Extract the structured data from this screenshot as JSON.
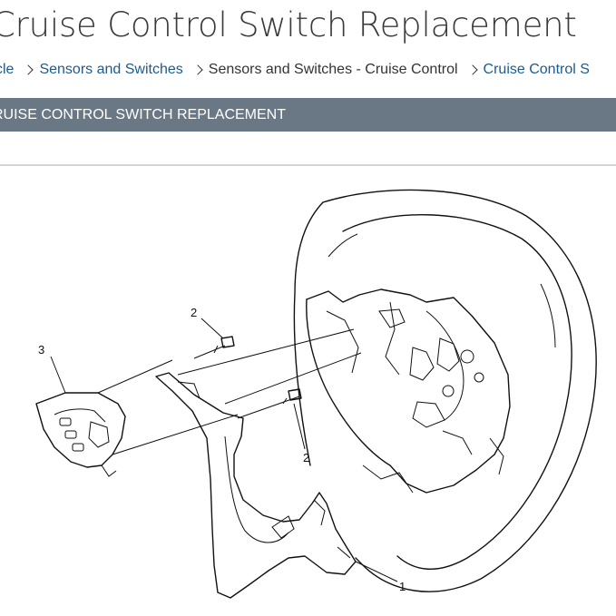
{
  "page": {
    "title": "Cruise Control Switch Replacement"
  },
  "breadcrumb": [
    {
      "label": "cle",
      "link": true
    },
    {
      "label": "Sensors and Switches",
      "link": true
    },
    {
      "label": "Sensors and Switches - Cruise Control",
      "link": false
    },
    {
      "label": "Cruise Control S",
      "link": true
    }
  ],
  "section": {
    "heading": "RUISE CONTROL SWITCH REPLACEMENT"
  },
  "diagram": {
    "callouts": [
      "1",
      "2",
      "2",
      "3"
    ]
  }
}
